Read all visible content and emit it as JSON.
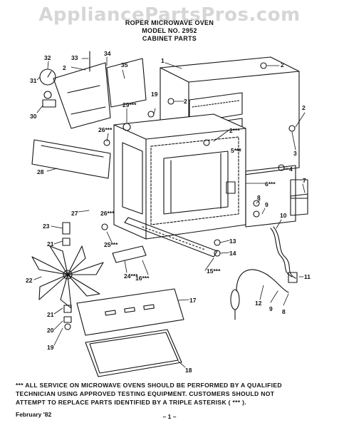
{
  "watermark": "AppliancePartsPros.com",
  "title": {
    "line1": "ROPER MICROWAVE OVEN",
    "line2": "MODEL NO. 2952",
    "line3": "CABINET PARTS"
  },
  "callouts": [
    "1",
    "2",
    "2",
    "2",
    "2",
    "2***",
    "3",
    "4",
    "5***",
    "6***",
    "7",
    "8",
    "9",
    "10",
    "11",
    "12",
    "9",
    "8",
    "13",
    "14",
    "15***",
    "16***",
    "17",
    "18",
    "19",
    "19",
    "20",
    "21",
    "21",
    "22",
    "23",
    "24***",
    "25***",
    "26***",
    "26***",
    "27",
    "28",
    "29***",
    "30",
    "31",
    "32",
    "33",
    "34",
    "35"
  ],
  "note": {
    "line1": "*** ALL SERVICE ON MICROWAVE OVENS SHOULD BE PERFORMED BY A QUALIFIED",
    "line2": "TECHNICIAN USING APPROVED TESTING EQUIPMENT. CUSTOMERS SHOULD NOT",
    "line3": "ATTEMPT TO REPLACE PARTS IDENTIFIED BY A TRIPLE ASTERISK ( *** )."
  },
  "footer": {
    "date": "February '82",
    "page": "– 1 –"
  }
}
